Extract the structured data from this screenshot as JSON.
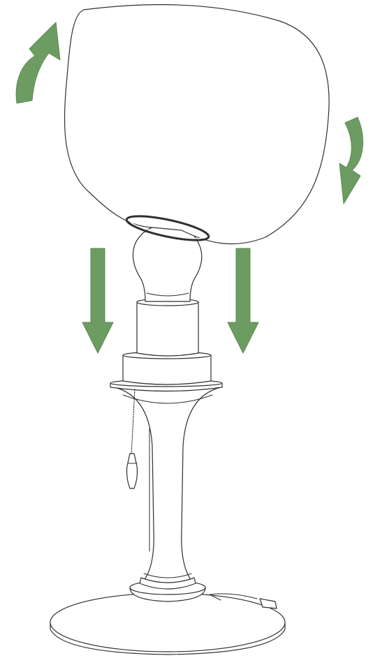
{
  "diagram": {
    "subject": "lamp-shade-installation",
    "parts": [
      "shade",
      "bulb",
      "socket",
      "pull-chain",
      "stem",
      "base"
    ],
    "arrows": [
      {
        "icon": "rotate-arrow",
        "direction": "counterclockwise-up"
      },
      {
        "icon": "rotate-arrow",
        "direction": "clockwise-down"
      },
      {
        "icon": "arrow-down-icon",
        "direction": "down"
      },
      {
        "icon": "arrow-down-icon",
        "direction": "down"
      }
    ]
  },
  "colors": {
    "background": "#ffffff",
    "line": "#2f2f2f",
    "arrow": "#6d9c63",
    "arrow_edge": "#5b8a52"
  }
}
